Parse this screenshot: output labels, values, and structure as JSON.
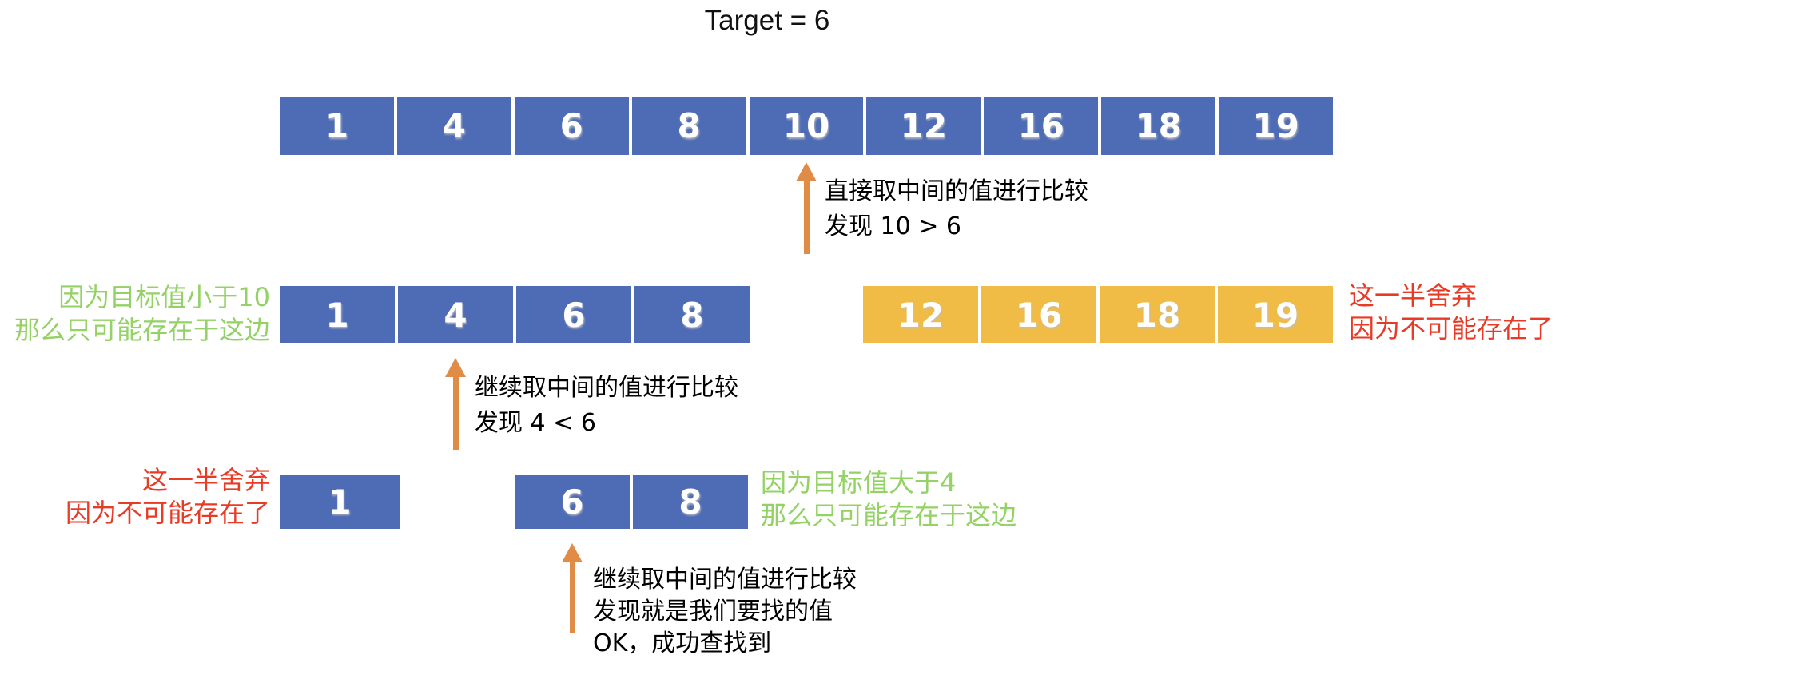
{
  "title": "Target = 6",
  "colors": {
    "cell_blue": "#4E6CB5",
    "cell_orange": "#F0BC46",
    "arrow_orange": "#E08B46",
    "keep_green": "#94D266",
    "discard_red": "#E73B26"
  },
  "step1": {
    "array": [
      "1",
      "4",
      "6",
      "8",
      "10",
      "12",
      "16",
      "18",
      "19"
    ],
    "annotation": [
      "直接取中间的值进行比较",
      "发现 10 > 6"
    ]
  },
  "step2": {
    "kept_array": [
      "1",
      "4",
      "6",
      "8"
    ],
    "discarded_array": [
      "12",
      "16",
      "18",
      "19"
    ],
    "keep_label": [
      "因为目标值小于10",
      "那么只可能存在于这边"
    ],
    "discard_label": [
      "这一半舍弃",
      "因为不可能存在了"
    ],
    "annotation": [
      "继续取中间的值进行比较",
      "发现 4 < 6"
    ]
  },
  "step3": {
    "discarded_array": [
      "1"
    ],
    "kept_array": [
      "6",
      "8"
    ],
    "discard_label": [
      "这一半舍弃",
      "因为不可能存在了"
    ],
    "keep_label": [
      "因为目标值大于4",
      "那么只可能存在于这边"
    ],
    "annotation": [
      "继续取中间的值进行比较",
      "发现就是我们要找的值",
      "OK，成功查找到"
    ]
  }
}
